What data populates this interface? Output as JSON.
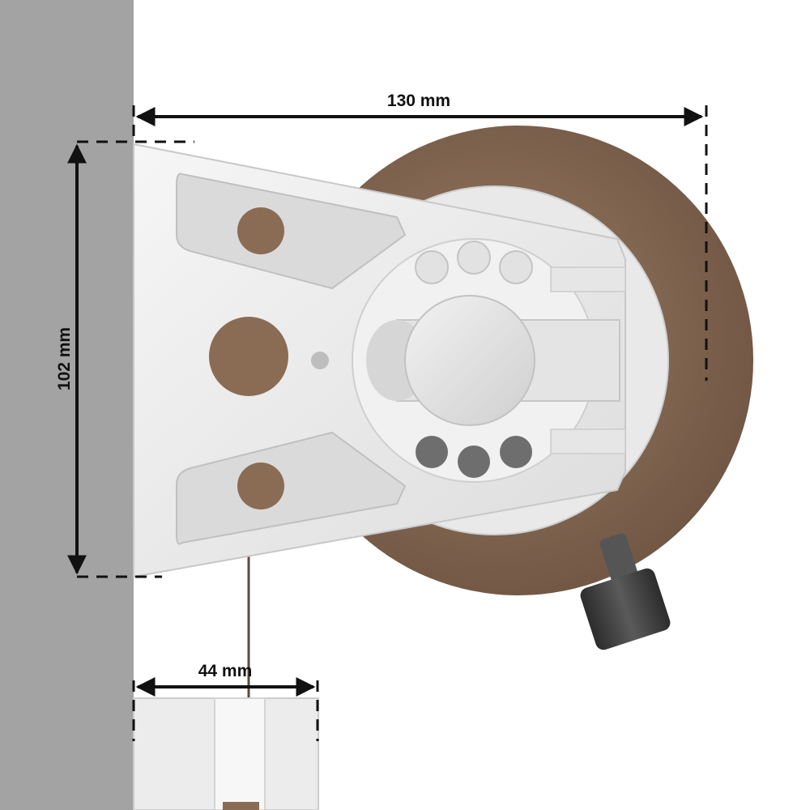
{
  "dimensions": {
    "width_label": "130 mm",
    "height_label": "102 mm",
    "bottom_width_label": "44 mm"
  },
  "colors": {
    "wall": "#a3a3a3",
    "bracket": "#ececec",
    "fabric_roll": "#8a6c54",
    "dimension_line": "#111111",
    "crank": "#3b3b3b"
  }
}
